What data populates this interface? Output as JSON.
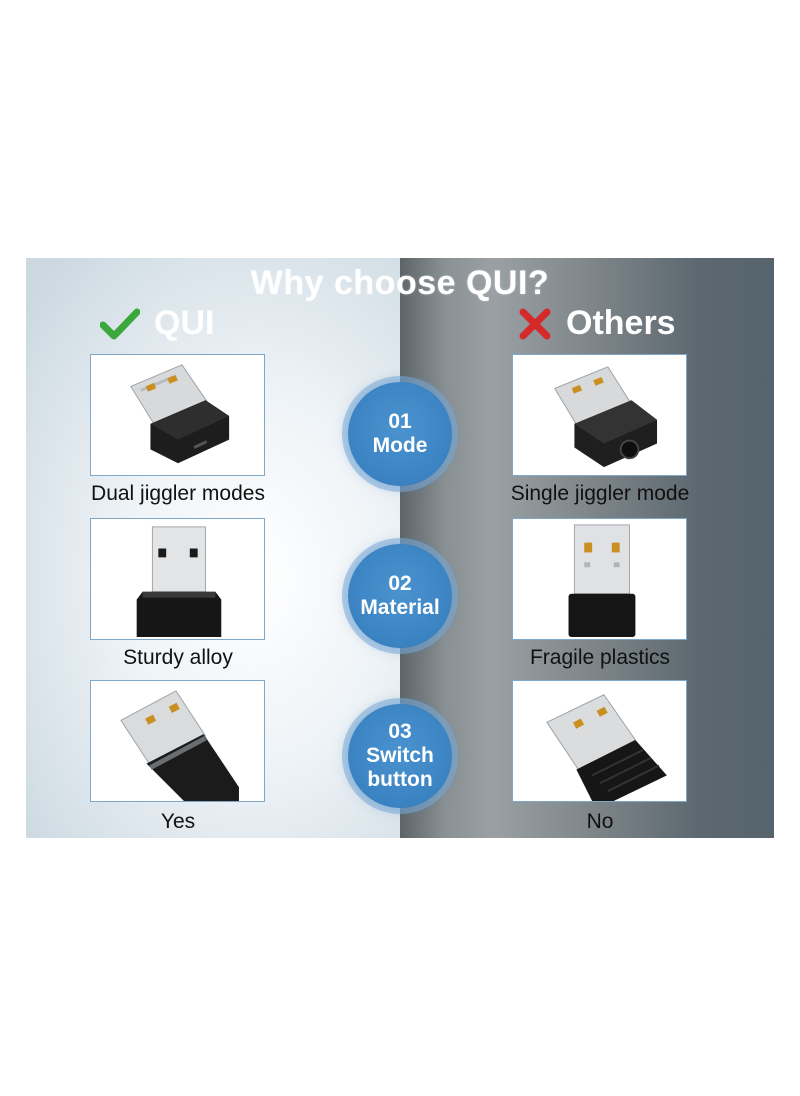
{
  "banner": {
    "title": "Why choose QUI?",
    "left_header": {
      "label": "QUI",
      "icon": "check-icon",
      "icon_color": "#3aa83a"
    },
    "right_header": {
      "label": "Others",
      "icon": "x-icon",
      "icon_color": "#d42a2a"
    }
  },
  "rows": [
    {
      "number": "01",
      "feature": "Mode",
      "qui": "Dual jiggler modes",
      "others": "Single jiggler mode"
    },
    {
      "number": "02",
      "feature": "Material",
      "qui": "Sturdy alloy",
      "others": "Fragile plastics"
    },
    {
      "number": "03",
      "feature_line1": "Switch",
      "feature_line2": "button",
      "qui": "Yes",
      "others": "No"
    }
  ],
  "colors": {
    "accent_blue": "#3a82c2",
    "card_border": "#7ea7c8",
    "right_panel": "#5c6870"
  }
}
